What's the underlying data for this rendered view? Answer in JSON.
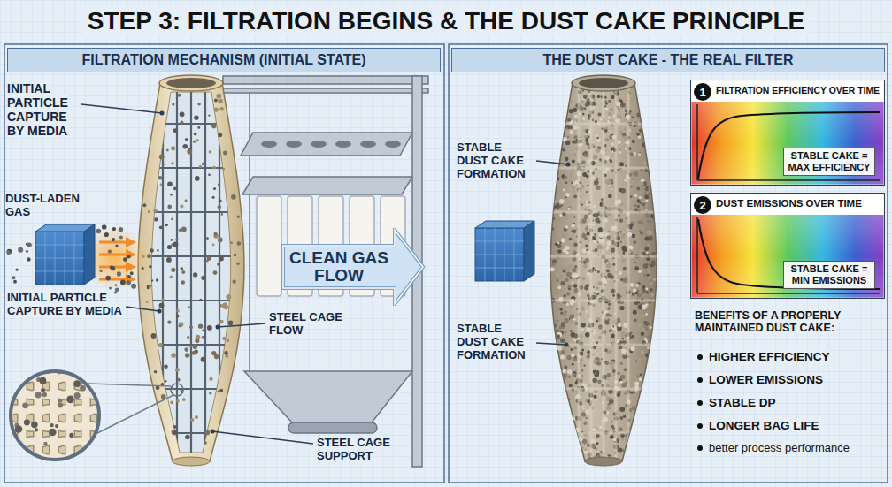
{
  "diagram": {
    "title": "STEP 3: FILTRATION BEGINS & THE DUST CAKE PRINCIPLE",
    "nodes": [
      {
        "text": [
          "FILTRATION MECHANISM (INITIAL STATE)"
        ]
      },
      {
        "text": [
          "THE DUST CAKE - THE REAL FILTER"
        ]
      },
      {
        "text": [
          "CLEAN GAS FLOW"
        ]
      },
      {
        "text": [
          "FILTRATION EFFICIENCY OVER TIME"
        ]
      },
      {
        "text": [
          "1"
        ],
        "in": 3
      },
      {
        "text": [
          "STABLE CAKE = MAX EFFICIENCY"
        ],
        "in": 3
      },
      {
        "text": [
          "DUST EMISSIONS OVER TIME"
        ]
      },
      {
        "text": [
          "2"
        ],
        "in": 6
      },
      {
        "text": [
          "STABLE CAKE = MIN EMISSIONS"
        ],
        "in": 6
      }
    ],
    "labels": [
      "INITIAL PARTICLE CAPTURE BY MEDIA",
      "DUST-LADEN GAS",
      "INITIAL PARTICLE CAPTURE BY MEDIA",
      "STEEL CAGE FLOW",
      "STEEL CAGE SUPPORT",
      "STABLE DUST CAKE FORMATION",
      "STABLE DUST CAKE FORMATION",
      "BENEFITS OF A PROPERLY MAINTAINED DUST CAKE:",
      "HIGHER EFFICIENCY",
      "LOWER EMISSIONS",
      "STABLE DP",
      "LONGER BAG LIFE",
      "better process performance"
    ]
  }
}
